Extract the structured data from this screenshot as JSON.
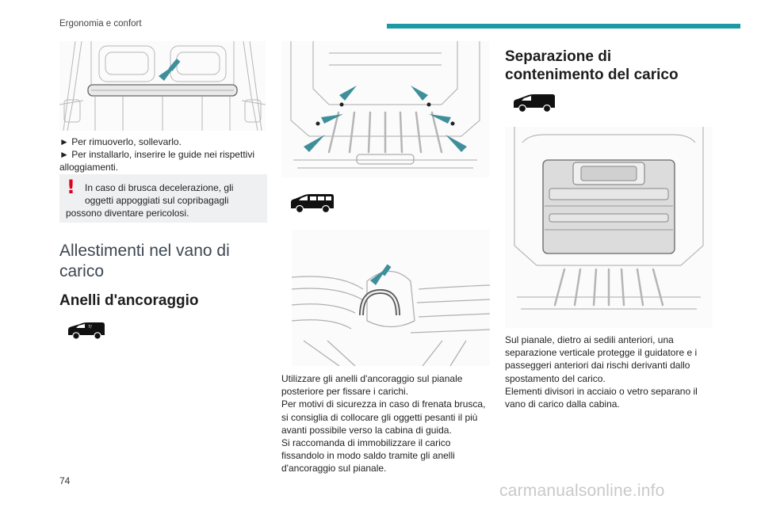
{
  "header": {
    "section": "Ergonomia e confort",
    "accent_color": "#1d98a5"
  },
  "col1": {
    "bullet_1": "► Per rimuoverlo, sollevarlo.",
    "bullet_2": "► Per installarlo, inserire le guide nei rispettivi alloggiamenti.",
    "warning_icon": "!",
    "warning_line_1": "In caso di brusca decelerazione, gli oggetti appoggiati sul copribagagli",
    "warning_line_2": "possono diventare pericolosi.",
    "section_title_1": "Allestimenti nel vano di",
    "section_title_2": "carico",
    "heading": "Anelli d'ancoraggio"
  },
  "col2": {
    "paragraphs": [
      "Utilizzare gli anelli d'ancoraggio sul pianale posteriore per fissare i carichi.",
      "Per motivi di sicurezza in caso di frenata brusca, si consiglia di collocare gli oggetti pesanti il più avanti possibile verso la cabina di guida.",
      "Si raccomanda di immobilizzare il carico fissandolo in modo saldo tramite gli anelli d'ancoraggio sul pianale."
    ]
  },
  "col3": {
    "heading_1": "Separazione di",
    "heading_2": "contenimento del carico",
    "paragraphs": [
      "Sul pianale, dietro ai sedili anteriori, una separazione verticale protegge il guidatore e i passeggeri anteriori dai rischi derivanti dallo spostamento del carico.",
      "Elementi divisori in acciaio o vetro separano il vano di carico dalla cabina."
    ]
  },
  "footer": {
    "page_number": "74",
    "watermark": "carmanualsonline.info"
  }
}
